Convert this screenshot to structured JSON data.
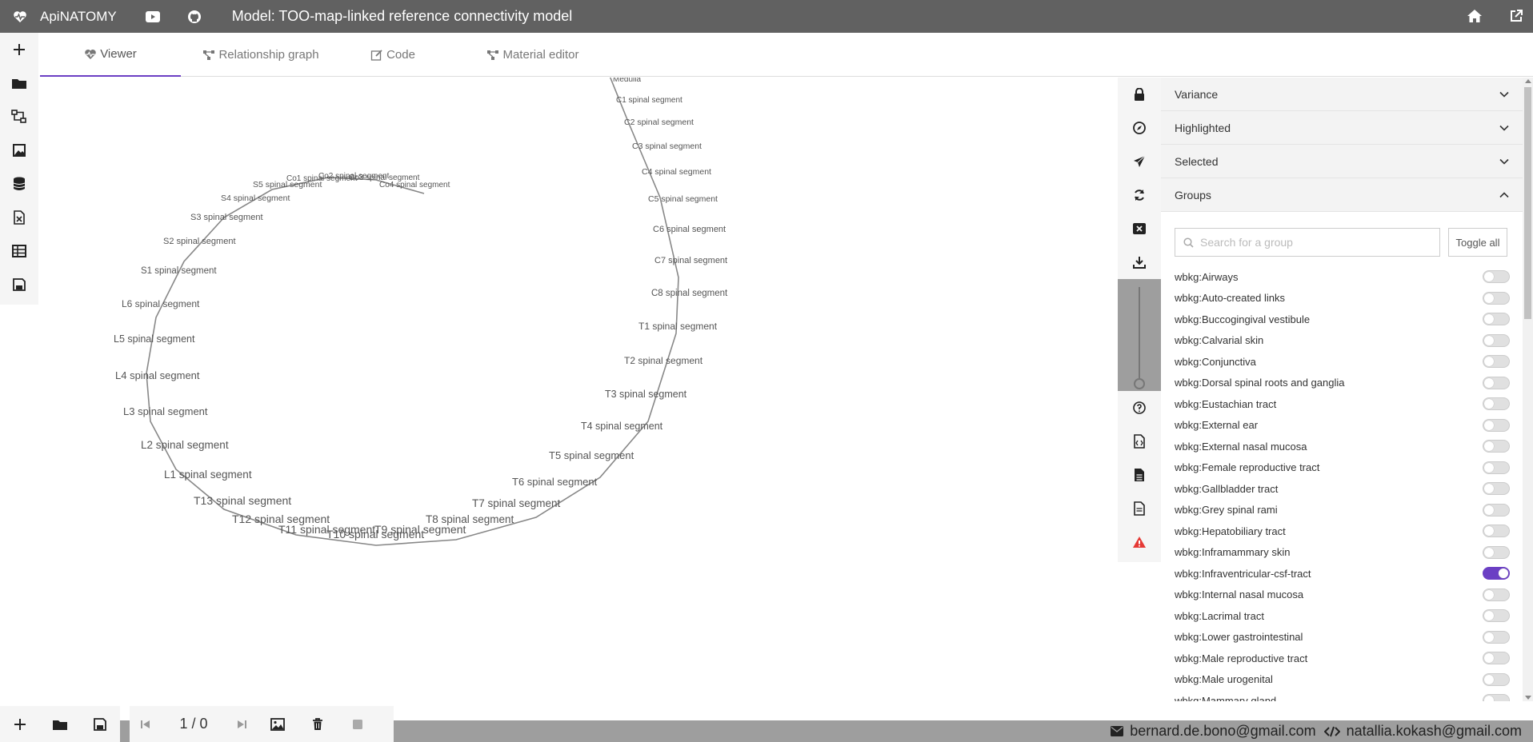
{
  "app": {
    "name": "ApiNATOMY",
    "model_title": "Model: TOO-map-linked reference connectivity model"
  },
  "tabs": [
    {
      "label": "Viewer",
      "icon": "heart-pulse-icon",
      "active": true
    },
    {
      "label": "Relationship graph",
      "icon": "graph-icon",
      "active": false
    },
    {
      "label": "Code",
      "icon": "edit-icon",
      "active": false
    },
    {
      "label": "Material editor",
      "icon": "graph-icon",
      "active": false
    }
  ],
  "graph": {
    "labels": [
      "Medulla",
      "C1 spinal segment",
      "C2 spinal segment",
      "C3 spinal segment",
      "C4 spinal segment",
      "C5 spinal segment",
      "C6 spinal segment",
      "C7 spinal segment",
      "C8 spinal segment",
      "T1 spinal segment",
      "T2 spinal segment",
      "T3 spinal segment",
      "T4 spinal segment",
      "T5 spinal segment",
      "T6 spinal segment",
      "T7 spinal segment",
      "T8 spinal segment",
      "T9 spinal segment",
      "T10 spinal segment",
      "T11 spinal segment",
      "T12 spinal segment",
      "T13 spinal segment",
      "L1 spinal segment",
      "L2 spinal segment",
      "L3 spinal segment",
      "L4 spinal segment",
      "L5 spinal segment",
      "L6 spinal segment",
      "S1 spinal segment",
      "S2 spinal segment",
      "S3 spinal segment",
      "S4 spinal segment",
      "S5 spinal segment",
      "Co1 spinal segment",
      "Co2 spinal segment",
      "Co3 spinal segment",
      "Co4 spinal segment"
    ]
  },
  "panel": {
    "sections": [
      {
        "label": "Variance",
        "expanded": false
      },
      {
        "label": "Highlighted",
        "expanded": false
      },
      {
        "label": "Selected",
        "expanded": false
      },
      {
        "label": "Groups",
        "expanded": true
      }
    ],
    "search_placeholder": "Search for a group",
    "toggle_all_label": "Toggle all",
    "groups": [
      {
        "label": "wbkg:Airways",
        "on": false
      },
      {
        "label": "wbkg:Auto-created links",
        "on": false
      },
      {
        "label": "wbkg:Buccogingival vestibule",
        "on": false
      },
      {
        "label": "wbkg:Calvarial skin",
        "on": false
      },
      {
        "label": "wbkg:Conjunctiva",
        "on": false
      },
      {
        "label": "wbkg:Dorsal spinal roots and ganglia",
        "on": false
      },
      {
        "label": "wbkg:Eustachian tract",
        "on": false
      },
      {
        "label": "wbkg:External ear",
        "on": false
      },
      {
        "label": "wbkg:External nasal mucosa",
        "on": false
      },
      {
        "label": "wbkg:Female reproductive tract",
        "on": false
      },
      {
        "label": "wbkg:Gallbladder tract",
        "on": false
      },
      {
        "label": "wbkg:Grey spinal rami",
        "on": false
      },
      {
        "label": "wbkg:Hepatobiliary tract",
        "on": false
      },
      {
        "label": "wbkg:Inframammary skin",
        "on": false
      },
      {
        "label": "wbkg:Infraventricular-csf-tract",
        "on": true
      },
      {
        "label": "wbkg:Internal nasal mucosa",
        "on": false
      },
      {
        "label": "wbkg:Lacrimal tract",
        "on": false
      },
      {
        "label": "wbkg:Lower gastrointestinal",
        "on": false
      },
      {
        "label": "wbkg:Male reproductive tract",
        "on": false
      },
      {
        "label": "wbkg:Male urogenital",
        "on": false
      },
      {
        "label": "wbkg:Mammary gland",
        "on": false
      }
    ]
  },
  "pager": {
    "text": "1 / 0"
  },
  "footer": {
    "email1": "bernard.de.bono@gmail.com",
    "email2": "natallia.kokash@gmail.com"
  },
  "colors": {
    "accent": "#6b3fc4",
    "topbar": "#616161",
    "warning": "#e53935"
  }
}
